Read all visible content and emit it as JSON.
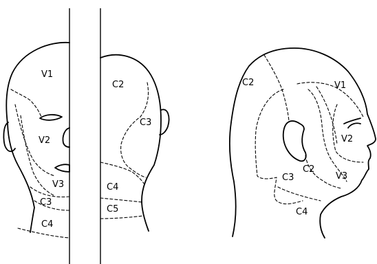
{
  "figure": {
    "front_view": {
      "labels": {
        "v1": "V1",
        "v2": "V2",
        "v3": "V3",
        "c3": "C3",
        "c4": "C4"
      }
    },
    "back_view": {
      "labels": {
        "c2": "C2",
        "c3": "C3",
        "c4": "C4",
        "c5": "C5"
      }
    },
    "side_view": {
      "labels": {
        "c2_back": "C2",
        "v1": "V1",
        "v2": "V2",
        "c2_neck": "C2",
        "v3": "V3",
        "c3": "C3",
        "c4": "C4"
      }
    }
  }
}
